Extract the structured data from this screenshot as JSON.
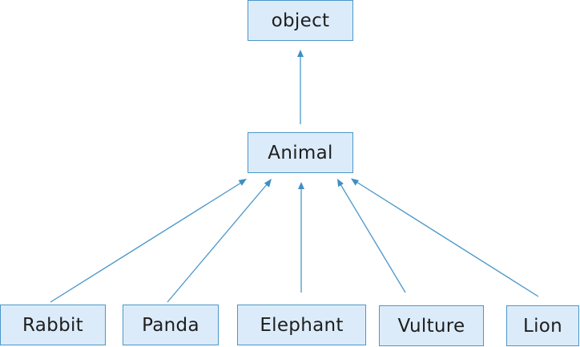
{
  "diagram": {
    "type": "class-hierarchy",
    "root": {
      "id": "object",
      "label": "object"
    },
    "parent": {
      "id": "animal",
      "label": "Animal"
    },
    "children": [
      {
        "id": "rabbit",
        "label": "Rabbit"
      },
      {
        "id": "panda",
        "label": "Panda"
      },
      {
        "id": "elephant",
        "label": "Elephant"
      },
      {
        "id": "vulture",
        "label": "Vulture"
      },
      {
        "id": "lion",
        "label": "Lion"
      }
    ],
    "edges": [
      {
        "from": "animal",
        "to": "object"
      },
      {
        "from": "rabbit",
        "to": "animal"
      },
      {
        "from": "panda",
        "to": "animal"
      },
      {
        "from": "elephant",
        "to": "animal"
      },
      {
        "from": "vulture",
        "to": "animal"
      },
      {
        "from": "lion",
        "to": "animal"
      }
    ],
    "colors": {
      "node_fill": "#dcebfa",
      "node_border": "#4a97c9",
      "edge": "#4a97c9",
      "text": "#1e1e1e"
    }
  }
}
